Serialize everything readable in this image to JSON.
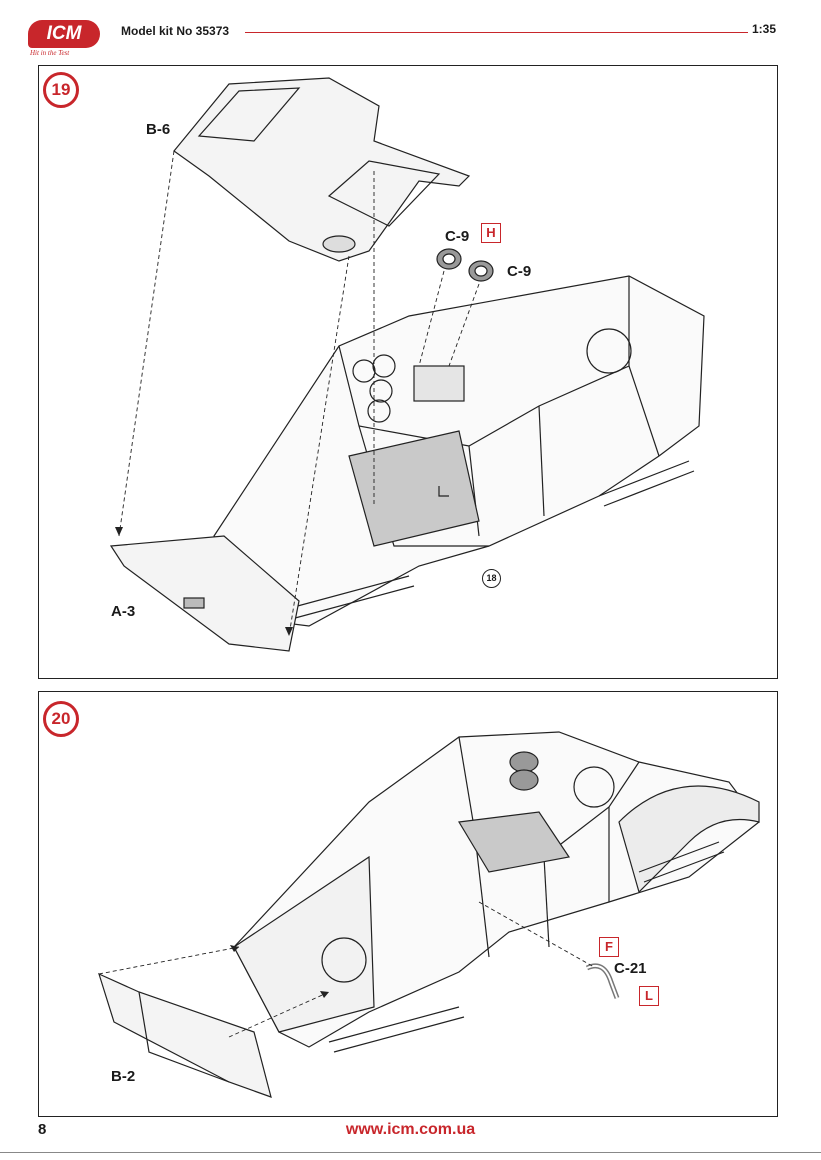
{
  "header": {
    "logo_text": "ICM",
    "logo_tagline": "Hit in the Test",
    "kit_title": "Model kit No 35373",
    "scale": "1:35"
  },
  "steps": [
    {
      "number": "19",
      "parts": {
        "b6": "B-6",
        "a3": "A-3",
        "c9_left": "C-9",
        "c9_right": "C-9"
      },
      "paint_ref": "H",
      "step_ref": "18"
    },
    {
      "number": "20",
      "parts": {
        "b2": "B-2",
        "c21": "C-21"
      },
      "paint_refs": [
        "F",
        "L"
      ]
    }
  ],
  "footer": {
    "page_number": "8",
    "website": "www.icm.com.ua"
  },
  "colors": {
    "accent": "#c8262b",
    "line": "#222222"
  }
}
